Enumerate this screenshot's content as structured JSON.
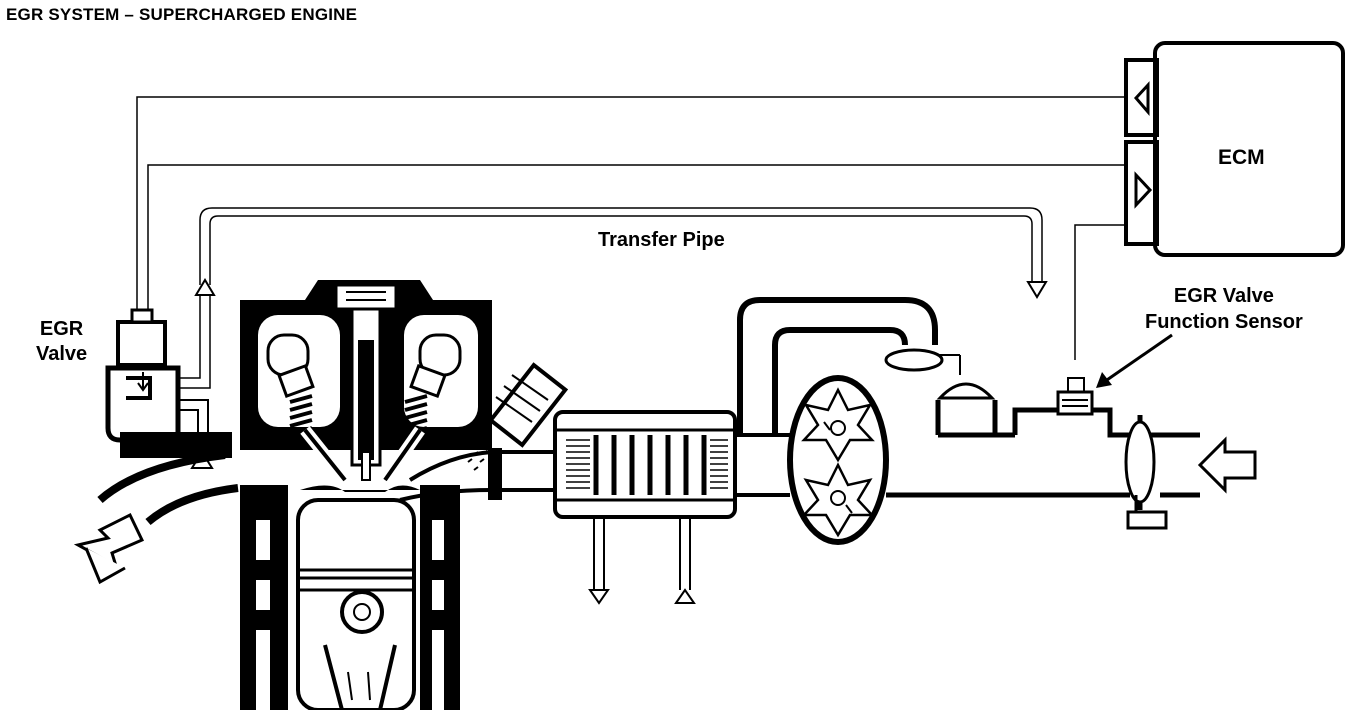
{
  "title": "EGR SYSTEM – SUPERCHARGED ENGINE",
  "labels": {
    "ecm": "ECM",
    "transfer_pipe": "Transfer Pipe",
    "egr_valve_line1": "EGR",
    "egr_valve_line2": "Valve",
    "sensor_line1": "EGR Valve",
    "sensor_line2": "Function Sensor"
  },
  "colors": {
    "ink": "#000000",
    "paper": "#ffffff"
  }
}
